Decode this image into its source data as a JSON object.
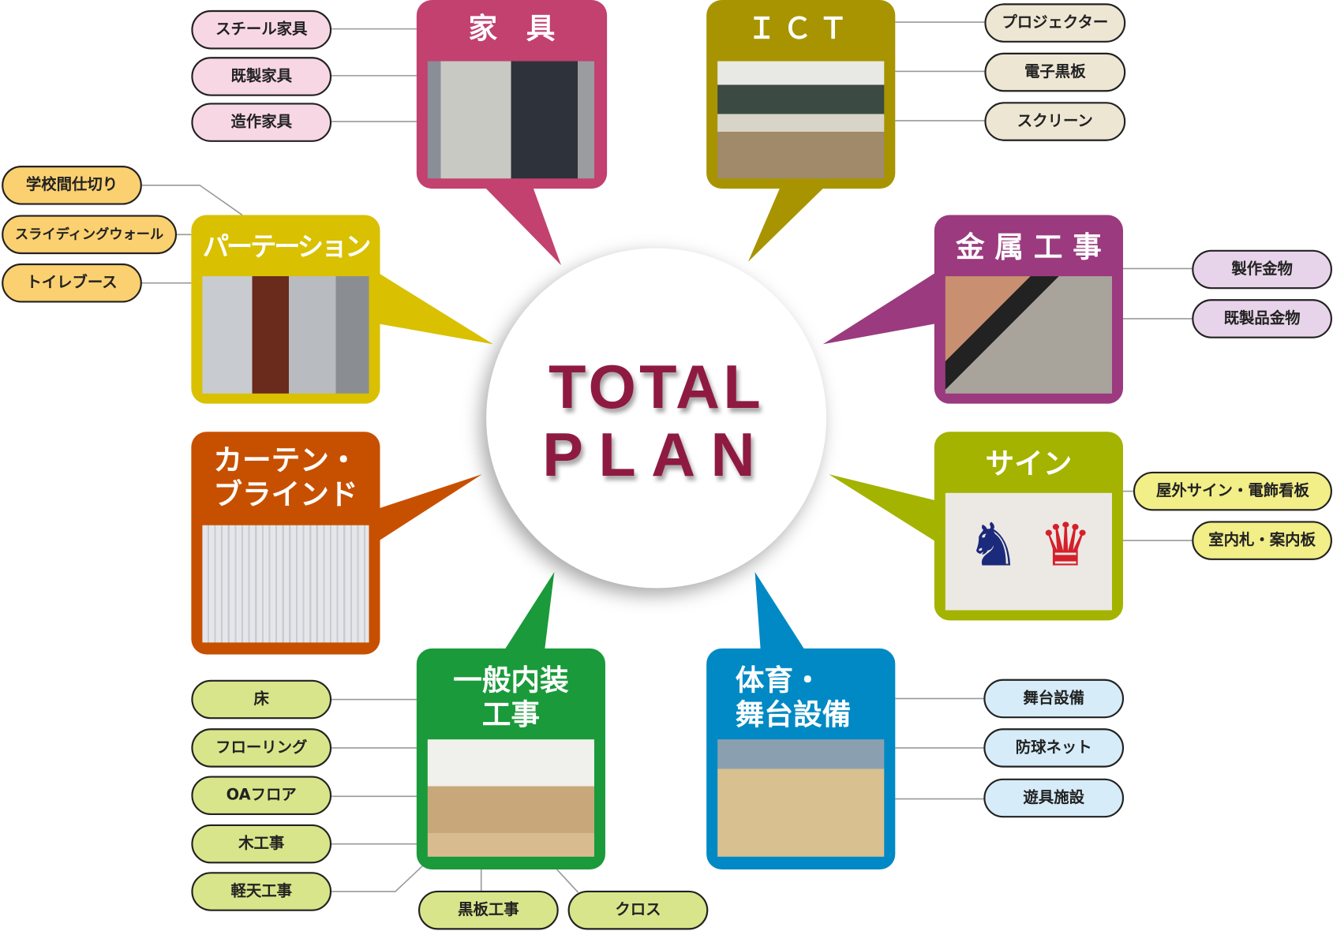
{
  "center": {
    "line1": "TOTAL",
    "line2": "PLAN"
  },
  "categories": [
    {
      "id": "furniture",
      "title": "家　具",
      "color": "#c2416f",
      "items": [
        "スチール家具",
        "既製家具",
        "造作家具"
      ],
      "pill_color": "#f8d7e4"
    },
    {
      "id": "ict",
      "title": "ＩＣＴ",
      "color": "#a89400",
      "items": [
        "プロジェクター",
        "電子黒板",
        "スクリーン"
      ],
      "pill_color": "#ede6d3"
    },
    {
      "id": "partition",
      "title": "パーテーション",
      "color": "#d9c000",
      "items": [
        "学校間仕切り",
        "スライディングウォール",
        "トイレブース"
      ],
      "pill_color": "#fbd070"
    },
    {
      "id": "metal",
      "title": "金 属 工 事",
      "color": "#9b3a7e",
      "items": [
        "製作金物",
        "既製品金物"
      ],
      "pill_color": "#e8d4ea"
    },
    {
      "id": "curtain",
      "title": "カーテン・\nブラインド",
      "color": "#c75000",
      "items": []
    },
    {
      "id": "sign",
      "title": "サイン",
      "color": "#a3b300",
      "items": [
        "屋外サイン・電飾看板",
        "室内札・案内板"
      ],
      "pill_color": "#f2ee88"
    },
    {
      "id": "interior",
      "title": "一般内装\n工事",
      "color": "#1a9a3a",
      "items": [
        "床",
        "フローリング",
        "OAフロア",
        "木工事",
        "軽天工事",
        "黒板工事",
        "クロス"
      ],
      "pill_color": "#d8e58a"
    },
    {
      "id": "sports",
      "title": "体育・\n舞台設備",
      "color": "#0089c4",
      "items": [
        "舞台設備",
        "防球ネット",
        "遊具施設"
      ],
      "pill_color": "#d6ecf8"
    }
  ]
}
